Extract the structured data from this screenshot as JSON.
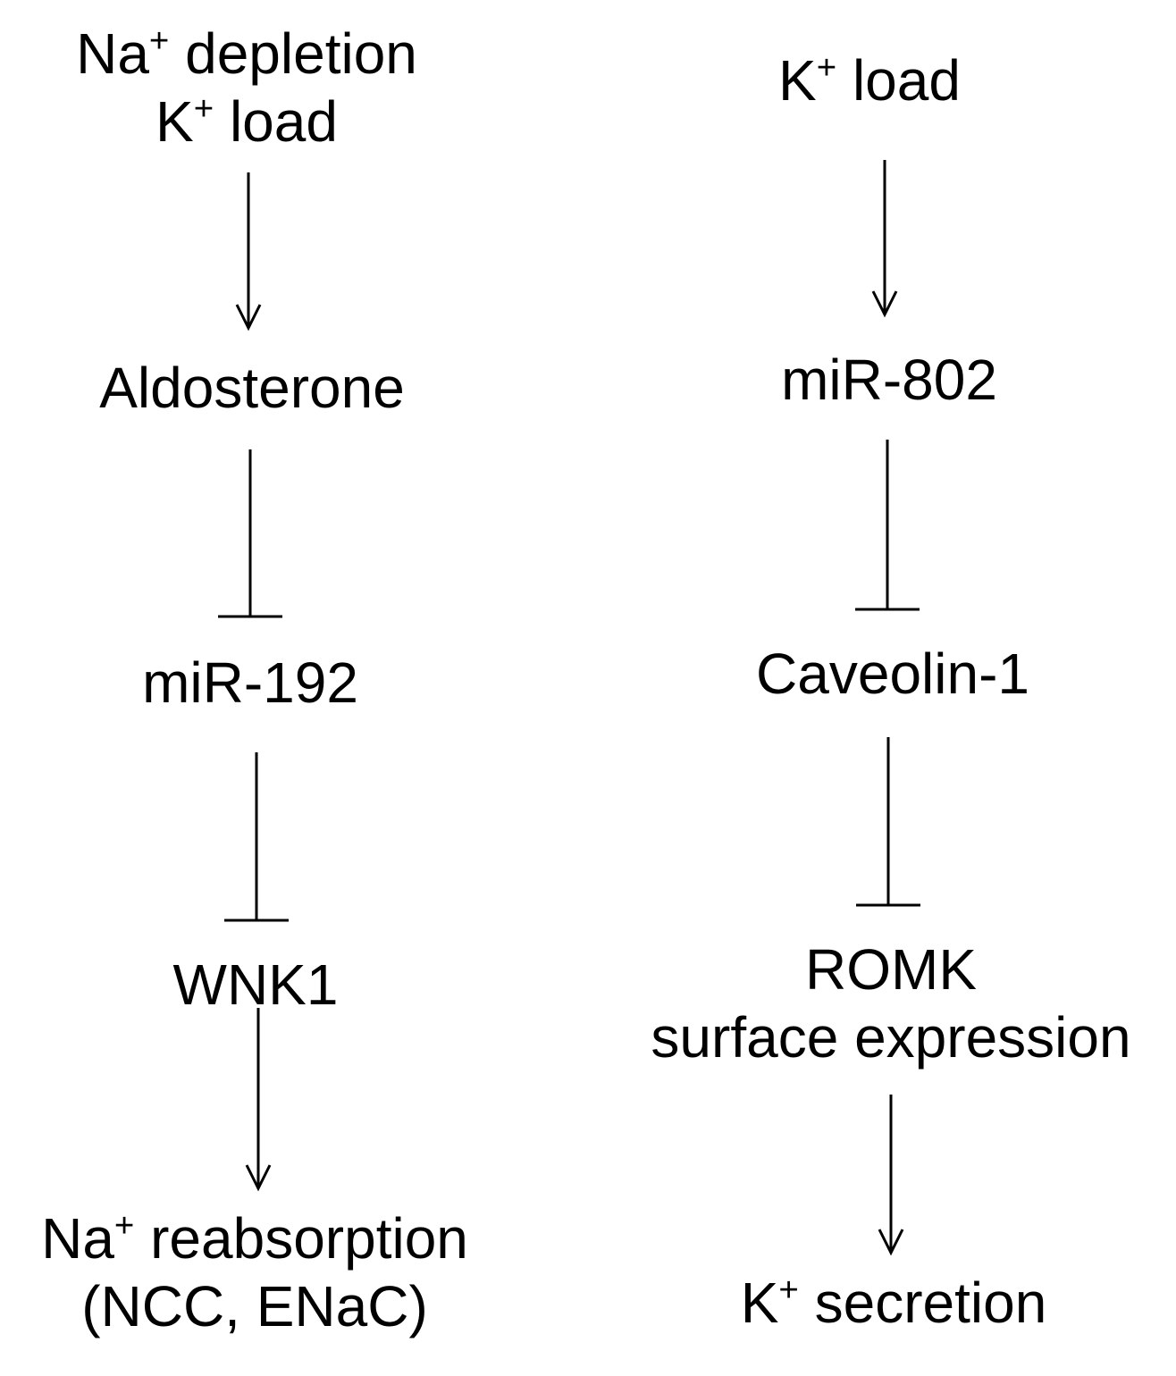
{
  "diagram": {
    "left_pathway": {
      "nodes": [
        {
          "id": "na-depletion-k-load",
          "lines": [
            [
              {
                "t": "Na"
              },
              {
                "t": "+",
                "sup": true
              },
              {
                "t": " depletion"
              }
            ],
            [
              {
                "t": "K"
              },
              {
                "t": "+",
                "sup": true
              },
              {
                "t": " load"
              }
            ]
          ]
        },
        {
          "id": "aldosterone",
          "lines": [
            [
              {
                "t": "Aldosterone"
              }
            ]
          ]
        },
        {
          "id": "mir-192",
          "lines": [
            [
              {
                "t": "miR-192"
              }
            ]
          ]
        },
        {
          "id": "wnk1",
          "lines": [
            [
              {
                "t": "WNK1"
              }
            ]
          ]
        },
        {
          "id": "na-reabsorption",
          "lines": [
            [
              {
                "t": "Na"
              },
              {
                "t": "+",
                "sup": true
              },
              {
                "t": " reabsorption"
              }
            ],
            [
              {
                "t": "(NCC, ENaC)"
              }
            ]
          ]
        }
      ],
      "edges": [
        {
          "from": "na-depletion-k-load",
          "to": "aldosterone",
          "type": "activation"
        },
        {
          "from": "aldosterone",
          "to": "mir-192",
          "type": "inhibition"
        },
        {
          "from": "mir-192",
          "to": "wnk1",
          "type": "inhibition"
        },
        {
          "from": "wnk1",
          "to": "na-reabsorption",
          "type": "activation"
        }
      ]
    },
    "right_pathway": {
      "nodes": [
        {
          "id": "k-load",
          "lines": [
            [
              {
                "t": "K"
              },
              {
                "t": "+",
                "sup": true
              },
              {
                "t": " load"
              }
            ]
          ]
        },
        {
          "id": "mir-802",
          "lines": [
            [
              {
                "t": "miR-802"
              }
            ]
          ]
        },
        {
          "id": "caveolin-1",
          "lines": [
            [
              {
                "t": "Caveolin-1"
              }
            ]
          ]
        },
        {
          "id": "romk-surface-expression",
          "lines": [
            [
              {
                "t": "ROMK"
              }
            ],
            [
              {
                "t": "surface expression"
              }
            ]
          ]
        },
        {
          "id": "k-secretion",
          "lines": [
            [
              {
                "t": "K"
              },
              {
                "t": "+",
                "sup": true
              },
              {
                "t": " secretion"
              }
            ]
          ]
        }
      ],
      "edges": [
        {
          "from": "k-load",
          "to": "mir-802",
          "type": "activation"
        },
        {
          "from": "mir-802",
          "to": "caveolin-1",
          "type": "inhibition"
        },
        {
          "from": "caveolin-1",
          "to": "romk-surface-expression",
          "type": "inhibition"
        },
        {
          "from": "romk-surface-expression",
          "to": "k-secretion",
          "type": "activation"
        }
      ]
    }
  }
}
